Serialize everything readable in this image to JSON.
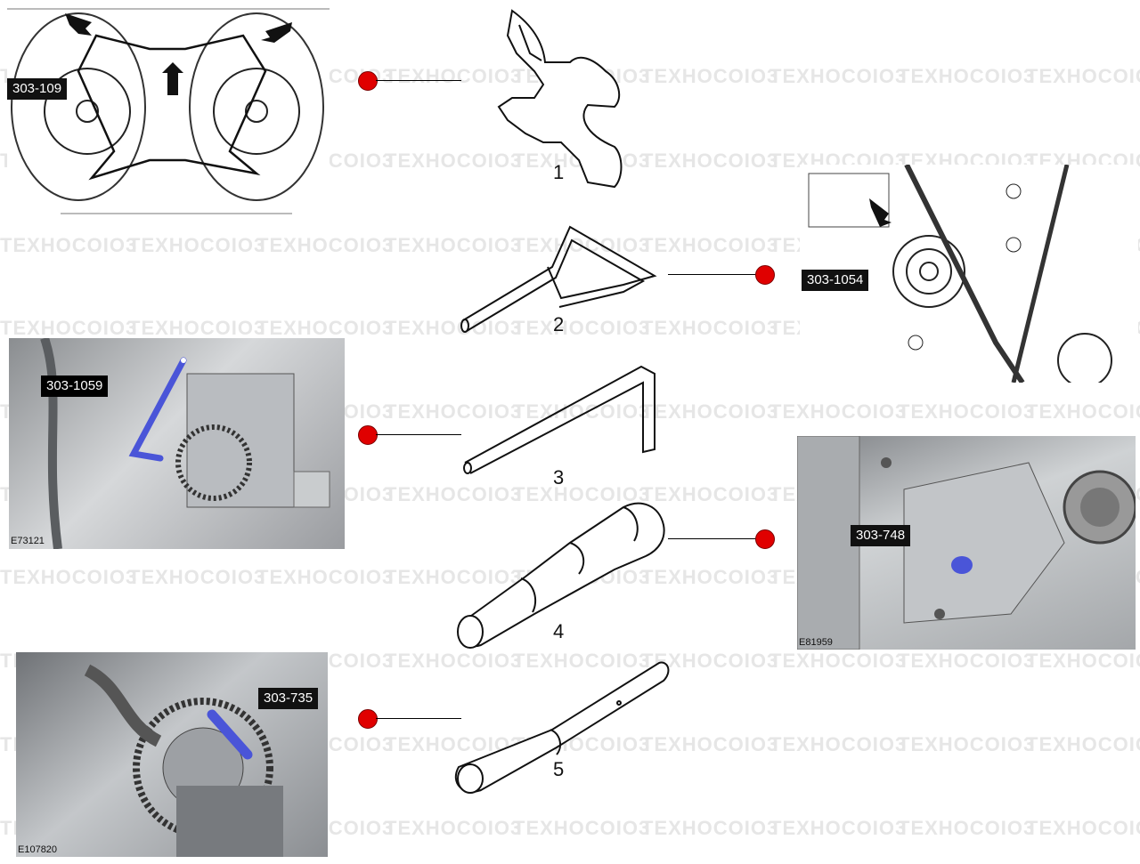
{
  "watermark": "TEXHOCOIO3",
  "colors": {
    "marker": "#e00000",
    "tool_highlight": "#4a55d8",
    "label_bg": "#111111"
  },
  "tools": [
    {
      "number": "1",
      "tool_code": "303-109"
    },
    {
      "number": "2",
      "tool_code": "303-1054"
    },
    {
      "number": "3",
      "tool_code": "303-1059",
      "figure_code": "E73121"
    },
    {
      "number": "4",
      "tool_code": "303-748",
      "figure_code": "E81959"
    },
    {
      "number": "5",
      "tool_code": "303-735",
      "figure_code": "E107820"
    }
  ]
}
